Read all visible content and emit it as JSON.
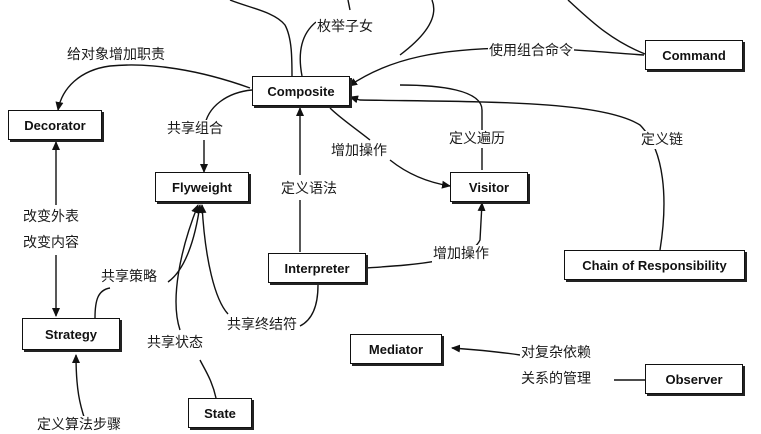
{
  "nodes": {
    "composite": "Composite",
    "command": "Command",
    "decorator": "Decorator",
    "flyweight": "Flyweight",
    "visitor": "Visitor",
    "interpreter": "Interpreter",
    "chain": "Chain of Responsibility",
    "strategy": "Strategy",
    "mediator": "Mediator",
    "observer": "Observer",
    "state": "State"
  },
  "labels": {
    "enumerate_children": "枚举子女",
    "add_responsibility": "给对象增加职责",
    "use_composite_command": "使用组合命令",
    "share_composite": "共享组合",
    "add_operation_top": "增加操作",
    "define_traversal": "定义遍历",
    "define_chain": "定义链",
    "define_grammar": "定义语法",
    "change_skin": "改变外表",
    "change_guts": "改变内容",
    "share_strategy": "共享策略",
    "add_operation_bottom": "增加操作",
    "share_terminal": "共享终结符",
    "share_state": "共享状态",
    "complex_dependency_line1": "对复杂依赖",
    "complex_dependency_line2": "关系的管理",
    "define_algorithm_steps": "定义算法步骤"
  }
}
